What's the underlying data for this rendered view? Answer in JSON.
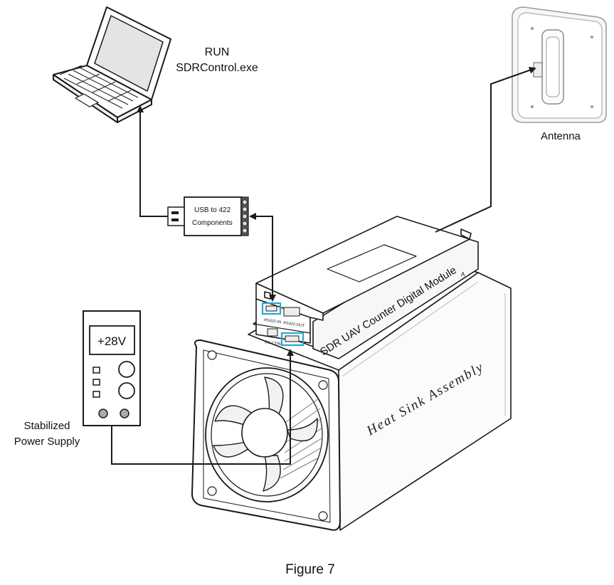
{
  "run_label": {
    "line1": "RUN",
    "line2": "SDRControl.exe"
  },
  "antenna_label": "Antenna",
  "converter": {
    "line1": "USB to 422",
    "line2": "Components"
  },
  "psu": {
    "display": "+28V",
    "label_line1": "Stabilized",
    "label_line2": "Power Supply"
  },
  "module_label": "SDR UAV Counter Digital Module",
  "module_ports": {
    "port1": "RS422-IN",
    "port2": "RS422-OUT",
    "port3": "DC-CTRL",
    "marker": "A"
  },
  "heatsink_label": "Heat Sink Assembly",
  "caption": "Figure 7",
  "colors": {
    "line": "#1a1a1a",
    "highlight": "#2aa7d6",
    "screen": "#dedede",
    "body": "#ffffff"
  }
}
